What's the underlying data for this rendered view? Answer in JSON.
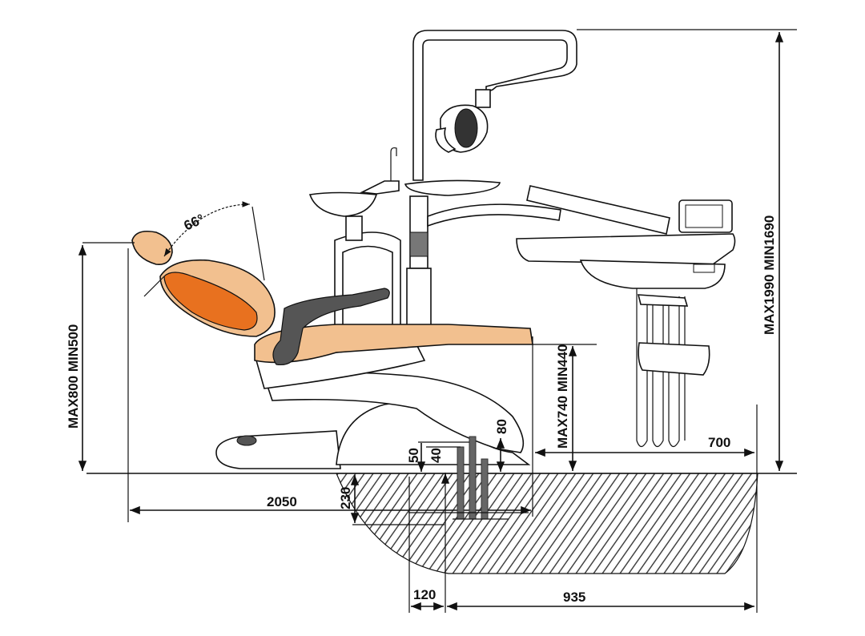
{
  "colors": {
    "upholstery_light": "#f2c08f",
    "upholstery_dark": "#e8711f",
    "armrest": "#555555",
    "hatch": "#444444",
    "line": "#111111"
  },
  "labels": {
    "backrest_angle": "66°",
    "chair_height": "MAX800 MIN500",
    "seat_height": "MAX740 MIN440",
    "overall_height": "MAX1990 MIN1690",
    "overall_length": "2050",
    "pit_depth": "230",
    "base_offset_50": "50",
    "base_offset_40": "40",
    "pipe_height": "80",
    "instrument_reach": "700",
    "pit_offset": "120",
    "pit_width": "935"
  }
}
